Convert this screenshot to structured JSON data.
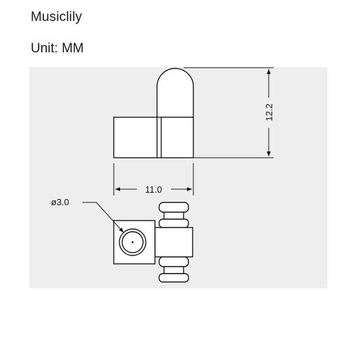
{
  "header": {
    "brand": "Musiclily",
    "unit_label": "Unit: MM"
  },
  "dimensions": {
    "height": "12.2",
    "width": "11.0",
    "hole_diameter": "ø3.0"
  },
  "colors": {
    "panel": "#eeeeee",
    "line": "#1a1a1a"
  }
}
